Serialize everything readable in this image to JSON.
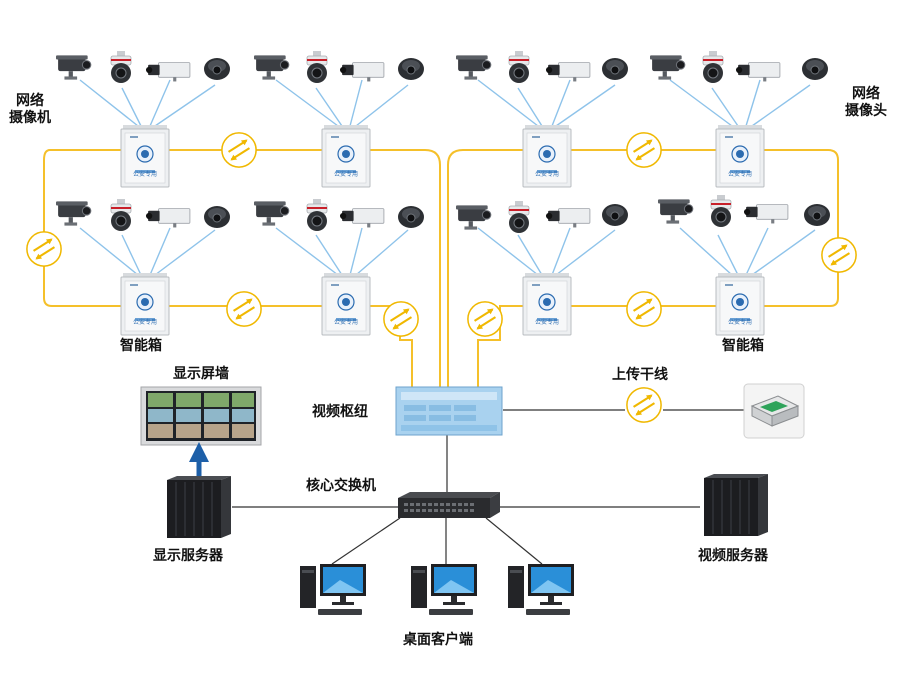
{
  "labels": {
    "network_camera_left_1": "网络",
    "network_camera_left_2": "摄像机",
    "network_camera_right_1": "网络",
    "network_camera_right_2": "摄像头",
    "smart_box_left": "智能箱",
    "smart_box_right": "智能箱",
    "display_wall": "显示屏墙",
    "video_hub": "视频枢纽",
    "uplink": "上传干线",
    "core_switch": "核心交换机",
    "display_server": "显示服务器",
    "video_server": "视频服务器",
    "desktop_clients": "桌面客户端",
    "box_sticker": "公安专用"
  },
  "colors": {
    "fiber_ring": "#f5c02a",
    "camera_link": "#8ec3ea",
    "wire": "#333333",
    "box_body": "#eef0f2",
    "hub_body": "#a9d2ef",
    "converter_ring": "#f0b800",
    "arrow_blue": "#1d5fa8"
  },
  "icons": {
    "camera_types": [
      "bullet-camera",
      "speed-dome-camera",
      "box-camera",
      "dome-camera"
    ],
    "converter": "fiber-transceiver-icon",
    "server": "rack-server-icon",
    "pc": "desktop-pc-icon",
    "router": "router-icon"
  }
}
